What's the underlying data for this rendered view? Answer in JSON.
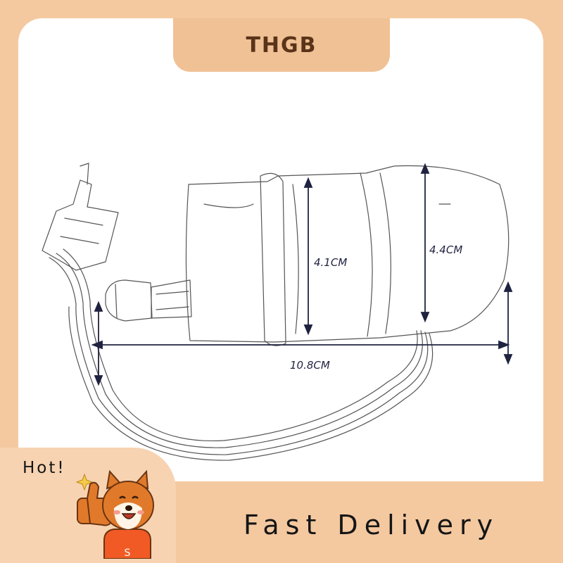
{
  "brand": {
    "name": "THGB"
  },
  "dimensions": {
    "height_small": "4.1CM",
    "height_large": "4.4CM",
    "length": "10.8CM"
  },
  "badge": {
    "hot": "Hot!",
    "mascot_shirt_letter": "S"
  },
  "promo": {
    "text": "Fast Delivery"
  },
  "colors": {
    "background": "#f4c9a0",
    "brand_tab": "#f0c195",
    "brand_text": "#5a3418",
    "dimension_lines": "#1f2340",
    "mascot_fur": "#e07a2a",
    "mascot_shirt": "#f15a24"
  },
  "icons": [
    "thumbs-up-icon",
    "sparkle-icon",
    "dog-mascot-icon"
  ]
}
